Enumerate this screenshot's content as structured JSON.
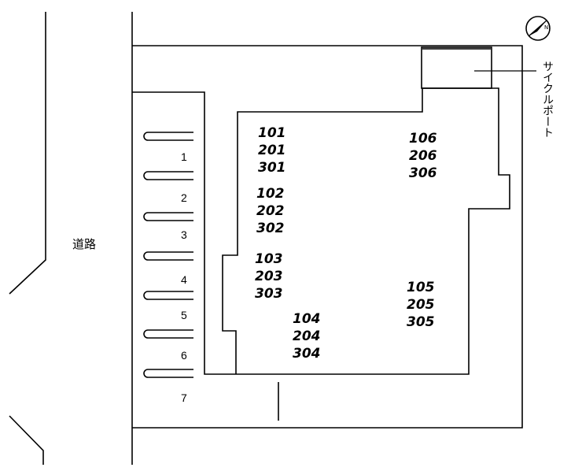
{
  "road_label": "道路",
  "cycle_port_label": "サイクルポート",
  "parking_numbers": [
    "1",
    "2",
    "3",
    "4",
    "5",
    "6",
    "7"
  ],
  "units": {
    "u101": "101",
    "u201": "201",
    "u301": "301",
    "u102": "102",
    "u202": "202",
    "u302": "302",
    "u103": "103",
    "u203": "203",
    "u303": "303",
    "u104": "104",
    "u204": "204",
    "u304": "304",
    "u105": "105",
    "u205": "205",
    "u305": "305",
    "u106": "106",
    "u206": "206",
    "u306": "306"
  },
  "compass_icon": "north-arrow-icon"
}
